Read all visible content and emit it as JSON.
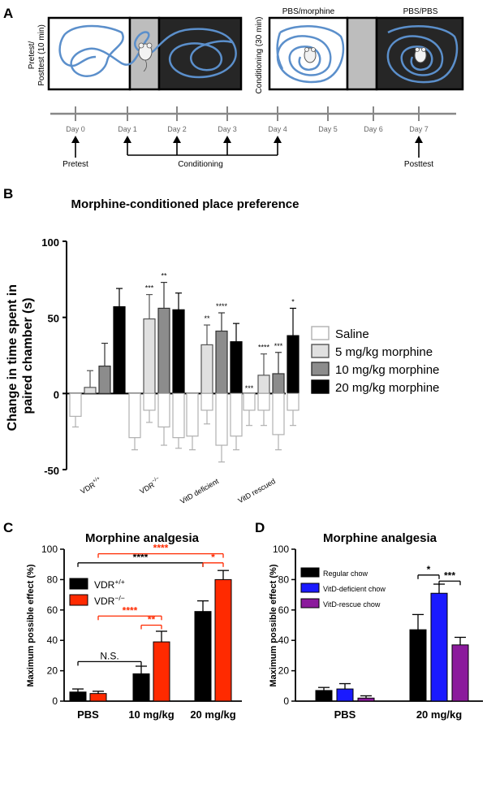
{
  "panel_a": {
    "label": "A",
    "pretest_label_1": "Pretest/",
    "pretest_label_2": "Posttest (10 min)",
    "conditioning_label": "Conditioning (30 min)",
    "box_left_label": "PBS/morphine",
    "box_right_label": "PBS/PBS",
    "days": [
      "Day 0",
      "Day 1",
      "Day 2",
      "Day 3",
      "Day 4",
      "Day 5",
      "Day 6",
      "Day 7"
    ],
    "pretest": "Pretest",
    "conditioning": "Conditioning",
    "posttest": "Posttest"
  },
  "panel_b_label": "B",
  "panel_c_label": "C",
  "panel_d_label": "D",
  "chart_data": [
    {
      "id": "B",
      "type": "bar",
      "title": "Morphine-conditioned place preference",
      "ylabel": "Change in time spent in paired chamber (s)",
      "ylim": [
        -50,
        100
      ],
      "yticks": [
        -50,
        0,
        50,
        100
      ],
      "categories": [
        "VDR+/+",
        "VDR−/−",
        "VitD deficient",
        "VitD rescued"
      ],
      "category_labels": [
        {
          "base": "VDR",
          "sup": "+/+"
        },
        {
          "base": "VDR",
          "sup": "−/−"
        },
        {
          "base": "VitD deficient",
          "sup": ""
        },
        {
          "base": "VitD rescued",
          "sup": ""
        }
      ],
      "series": [
        {
          "name": "Saline",
          "color": "#ffffff",
          "stroke": "#b0b0b0",
          "values": [
            -15,
            -29,
            -28,
            -11
          ],
          "errors": [
            7,
            8,
            9,
            10
          ]
        },
        {
          "name": "5 mg/kg morphine",
          "color": "#e0e0e0",
          "stroke": "#555555",
          "values": [
            4,
            49,
            32,
            12
          ],
          "errors": [
            11,
            16,
            13,
            14
          ]
        },
        {
          "name": "10 mg/kg morphine",
          "color": "#8c8c8c",
          "stroke": "#333333",
          "values": [
            18,
            56,
            41,
            13
          ],
          "errors": [
            15,
            17,
            12,
            14
          ]
        },
        {
          "name": "20 mg/kg morphine",
          "color": "#000000",
          "stroke": "#000000",
          "values": [
            57,
            55,
            34,
            38
          ],
          "errors": [
            12,
            11,
            12,
            18
          ]
        }
      ],
      "negative_values": [
        [
          null,
          -11,
          -11,
          -11
        ],
        [
          null,
          -22,
          -34,
          -27
        ],
        [
          null,
          -29,
          -28,
          -11
        ]
      ],
      "negative_errors": [
        [
          null,
          8,
          9,
          10
        ],
        [
          null,
          12,
          11,
          10
        ],
        [
          null,
          7,
          9,
          10
        ]
      ],
      "significance": [
        [
          null,
          null,
          null,
          "***"
        ],
        [
          null,
          "***",
          "**",
          "****"
        ],
        [
          null,
          "**",
          "****",
          "***"
        ],
        [
          null,
          null,
          null,
          "*"
        ]
      ],
      "legend": [
        "Saline",
        "5 mg/kg morphine",
        "10 mg/kg morphine",
        "20 mg/kg morphine"
      ]
    },
    {
      "id": "C",
      "type": "bar",
      "title": "Morphine analgesia",
      "ylabel": "Maximum possible effect (%)",
      "ylim": [
        0,
        100
      ],
      "yticks": [
        0,
        20,
        40,
        60,
        80,
        100
      ],
      "categories": [
        "PBS",
        "10 mg/kg",
        "20 mg/kg"
      ],
      "series": [
        {
          "name": "VDR+/+",
          "color": "#000000",
          "values": [
            6,
            18,
            59
          ],
          "errors": [
            2,
            5,
            7
          ]
        },
        {
          "name": "VDR−/−",
          "color": "#ff2a00",
          "values": [
            5,
            39,
            80
          ],
          "errors": [
            1.5,
            7,
            6
          ]
        }
      ],
      "legend": [
        {
          "base": "VDR",
          "sup": "+/+",
          "color": "#000000"
        },
        {
          "base": "VDR",
          "sup": "−/−",
          "color": "#ff2a00"
        }
      ],
      "brackets": [
        {
          "text": "N.S.",
          "from": [
            0,
            0
          ],
          "to": [
            1,
            0
          ],
          "y": 26,
          "color": "#000000"
        },
        {
          "text": "****",
          "from": [
            0,
            1
          ],
          "to": [
            1,
            1
          ],
          "y": 56,
          "color": "#ff2a00"
        },
        {
          "text": "**",
          "from": [
            1,
            0
          ],
          "to": [
            1,
            1
          ],
          "y": 50,
          "color": "#ff2a00"
        },
        {
          "text": "****",
          "from": [
            0,
            0
          ],
          "to": [
            2,
            0
          ],
          "y": 91,
          "color": "#000000"
        },
        {
          "text": "****",
          "from": [
            0,
            1
          ],
          "to": [
            2,
            1
          ],
          "y": 97,
          "color": "#ff2a00"
        },
        {
          "text": "*",
          "from": [
            2,
            0
          ],
          "to": [
            2,
            1
          ],
          "y": 91,
          "color": "#ff2a00"
        }
      ]
    },
    {
      "id": "D",
      "type": "bar",
      "title": "Morphine analgesia",
      "ylabel": "Maximum possible effect (%)",
      "ylim": [
        0,
        100
      ],
      "yticks": [
        0,
        20,
        40,
        60,
        80,
        100
      ],
      "categories": [
        "PBS",
        "20 mg/kg"
      ],
      "series": [
        {
          "name": "Regular chow",
          "color": "#000000",
          "values": [
            7,
            47
          ],
          "errors": [
            2,
            10
          ]
        },
        {
          "name": "VitD-deficient chow",
          "color": "#1a1aff",
          "values": [
            8,
            71
          ],
          "errors": [
            3.5,
            6
          ]
        },
        {
          "name": "VitD-rescue chow",
          "color": "#8b1a9c",
          "values": [
            2,
            37
          ],
          "errors": [
            1.5,
            5
          ]
        }
      ],
      "legend": [
        "Regular chow",
        "VitD-deficient chow",
        "VitD-rescue chow"
      ],
      "brackets": [
        {
          "text": "*",
          "from": [
            1,
            0
          ],
          "to": [
            1,
            1
          ],
          "y": 83,
          "color": "#000000"
        },
        {
          "text": "***",
          "from": [
            1,
            1
          ],
          "to": [
            1,
            2
          ],
          "y": 79,
          "color": "#000000"
        }
      ]
    }
  ]
}
